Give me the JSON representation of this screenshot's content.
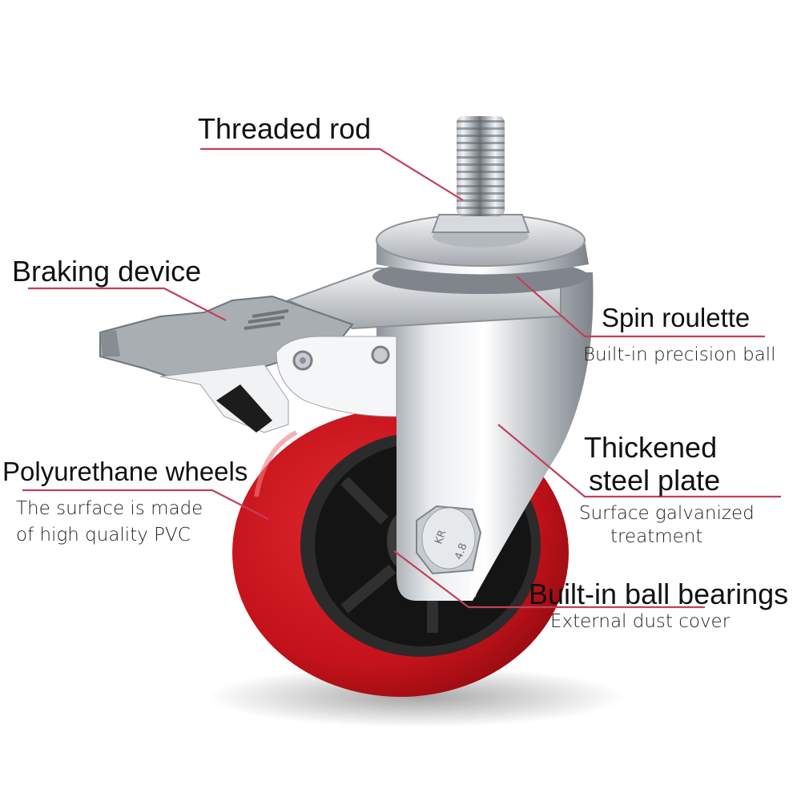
{
  "colors": {
    "background": "#ffffff",
    "leader_line": "#c2405a",
    "wheel_red": "#c8141b",
    "hub_black": "#141414",
    "steel": "#c9cdd2"
  },
  "labels": {
    "threaded_rod": {
      "title": "Threaded rod"
    },
    "braking_device": {
      "title": "Braking device"
    },
    "spin_roulette": {
      "title": "Spin roulette",
      "subtitle": "Built-in precision ball"
    },
    "polyurethane_wheels": {
      "title": "Polyurethane wheels",
      "subtitle_line1": "The surface is made",
      "subtitle_line2": "of high quality PVC"
    },
    "thickened_steel_plate": {
      "title_line1": "Thickened",
      "title_line2": "steel plate",
      "subtitle_line1": "Surface galvanized",
      "subtitle_line2": "treatment"
    },
    "ball_bearings": {
      "title": "Built-in ball bearings",
      "subtitle": "External dust cover"
    }
  },
  "bolt_marking": {
    "line1": "KR",
    "line2": "4.8"
  }
}
